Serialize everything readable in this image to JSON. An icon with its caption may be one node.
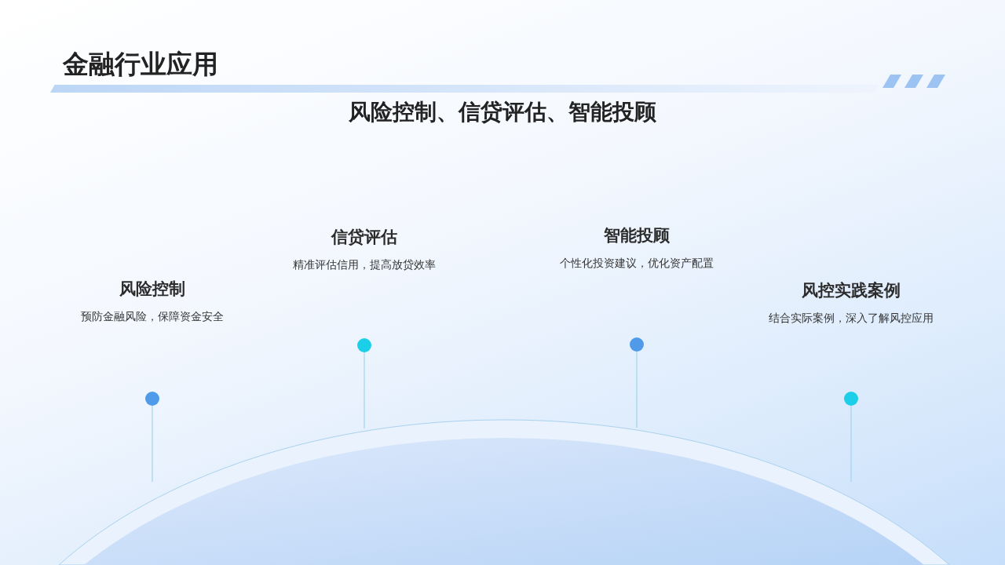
{
  "diagram": {
    "title": "金融行业应用",
    "nodes": [
      {
        "text": [
          "风险控制",
          "预防金融风险，保障资金安全"
        ]
      },
      {
        "text": [
          "信贷评估",
          "精准评估信用，提高放贷效率"
        ]
      },
      {
        "text": [
          "智能投顾",
          "个性化投资建议，优化资产配置"
        ]
      },
      {
        "text": [
          "风控实践案例",
          "结合实际案例，深入了解风控应用"
        ]
      }
    ],
    "labels": [
      "风险控制、信贷评估、智能投顾"
    ]
  }
}
